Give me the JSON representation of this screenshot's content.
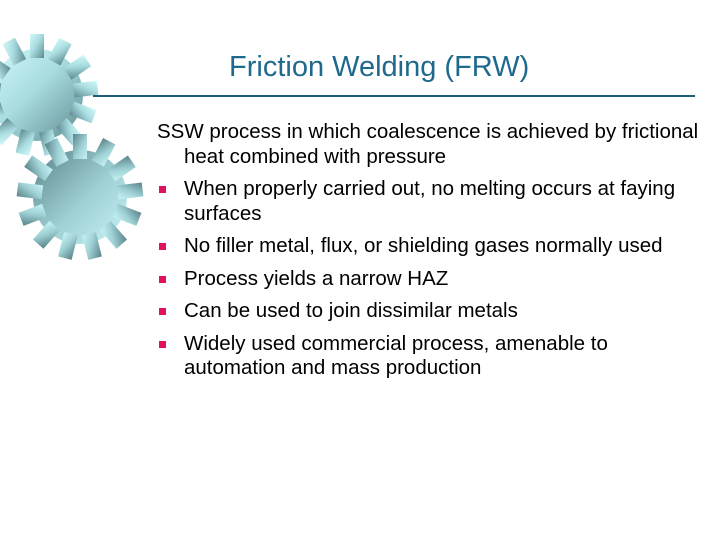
{
  "slide": {
    "title": "Friction Welding (FRW)",
    "colors": {
      "title": "#1f6a8c",
      "rule": "#1f5f77",
      "bullet": "#e0115f",
      "gear_light": "#c4f0f2",
      "gear_dark": "#5e8a90"
    },
    "lead_text": "SSW process in which coalescence is achieved by frictional heat combined with pressure",
    "bullets": [
      "When properly carried out, no melting occurs at faying surfaces",
      "No filler metal, flux, or shielding gases normally used",
      "Process yields a narrow HAZ",
      "Can be used to join dissimilar metals",
      "Widely used commercial process, amenable to automation and mass production"
    ]
  }
}
